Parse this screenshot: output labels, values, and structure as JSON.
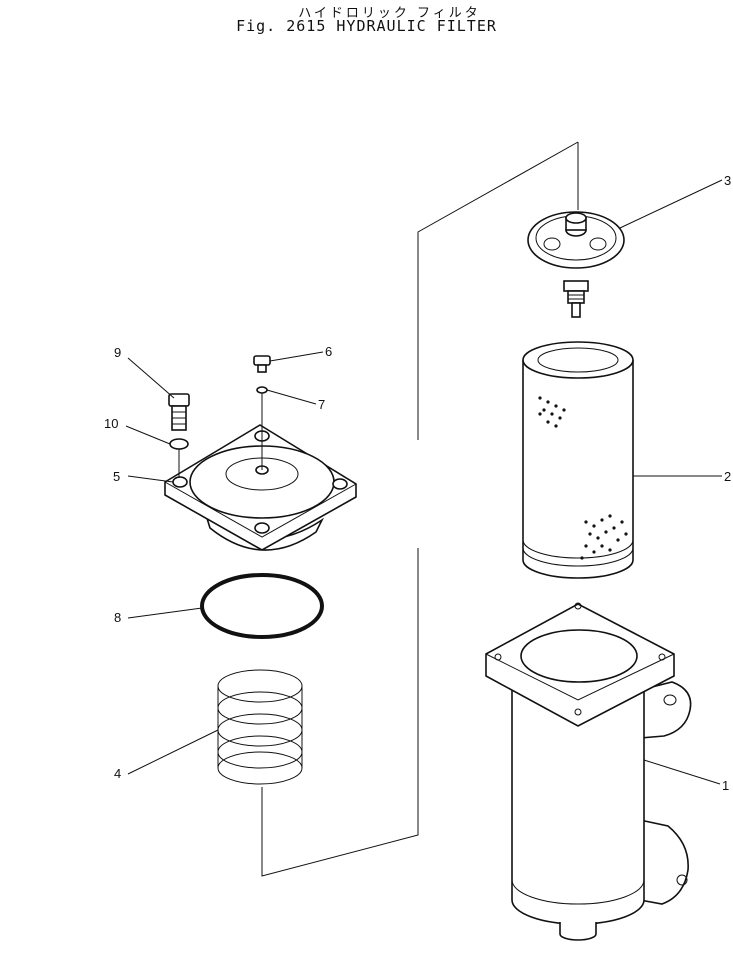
{
  "header": {
    "title_jp": "ハイドロリック フィルタ",
    "title_en": "Fig. 2615 HYDRAULIC FILTER"
  },
  "callouts": [
    {
      "id": "1",
      "label": "1",
      "part": "filter-case"
    },
    {
      "id": "2",
      "label": "2",
      "part": "filter-element"
    },
    {
      "id": "3",
      "label": "3",
      "part": "valve-assembly"
    },
    {
      "id": "4",
      "label": "4",
      "part": "spring"
    },
    {
      "id": "5",
      "label": "5",
      "part": "cover"
    },
    {
      "id": "6",
      "label": "6",
      "part": "plug"
    },
    {
      "id": "7",
      "label": "7",
      "part": "o-ring-small"
    },
    {
      "id": "8",
      "label": "8",
      "part": "o-ring-large"
    },
    {
      "id": "9",
      "label": "9",
      "part": "bolt"
    },
    {
      "id": "10",
      "label": "10",
      "part": "washer"
    }
  ]
}
